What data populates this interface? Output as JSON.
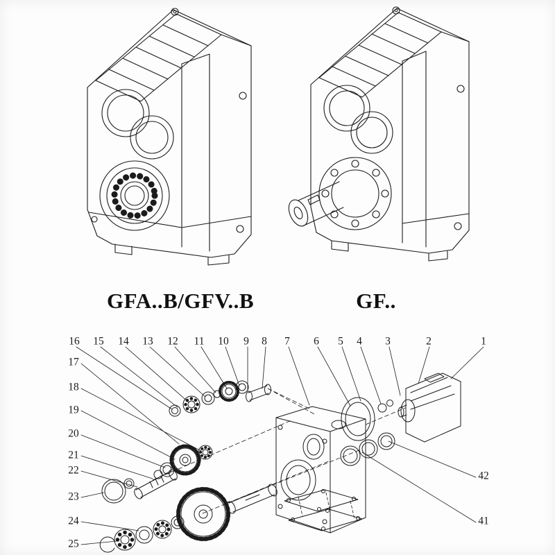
{
  "colors": {
    "ink": "#1b1b1b",
    "paper": "#fdfdfd"
  },
  "models": {
    "left_label": "GFA..B/GFV..B",
    "right_label": "GF.."
  },
  "exploded_view": {
    "top_row": [
      "16",
      "15",
      "14",
      "13",
      "12",
      "11",
      "10",
      "9",
      "8",
      "7",
      "6",
      "5",
      "4",
      "3",
      "2",
      "1"
    ],
    "left_column": [
      "17",
      "18",
      "19",
      "20",
      "21",
      "22",
      "23",
      "24",
      "25"
    ],
    "right_column": [
      "42",
      "41"
    ]
  }
}
